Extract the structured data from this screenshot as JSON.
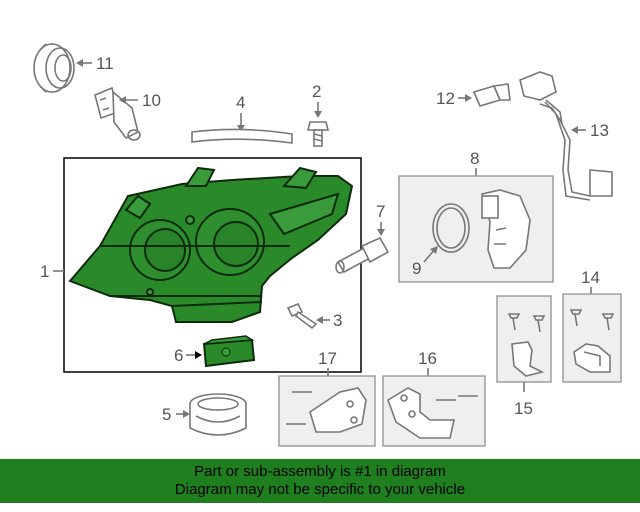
{
  "callouts": {
    "c1": "1",
    "c2": "2",
    "c3": "3",
    "c4": "4",
    "c5": "5",
    "c6": "6",
    "c7": "7",
    "c8": "8",
    "c9": "9",
    "c10": "10",
    "c11": "11",
    "c12": "12",
    "c13": "13",
    "c14": "14",
    "c15": "15",
    "c16": "16",
    "c17": "17"
  },
  "banner": {
    "line1": "Part or sub-assembly is #1 in diagram",
    "line2": "Diagram may not be specific to your vehicle"
  },
  "colors": {
    "highlight": "#1f7f1f",
    "lamp_fill": "#2a8a2a",
    "line": "#777777"
  }
}
